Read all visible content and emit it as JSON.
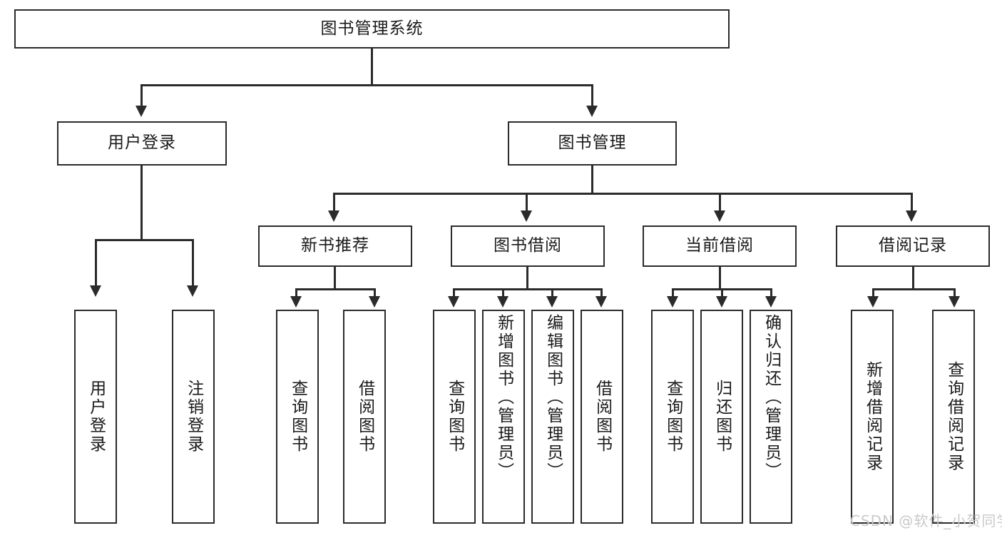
{
  "diagram": {
    "type": "tree-hierarchy-chart",
    "title": "图书管理系统",
    "root": {
      "label": "图书管理系统"
    },
    "level1": [
      {
        "label": "用户登录"
      },
      {
        "label": "图书管理"
      }
    ],
    "level2": [
      {
        "label": "新书推荐"
      },
      {
        "label": "图书借阅"
      },
      {
        "label": "当前借阅"
      },
      {
        "label": "借阅记录"
      }
    ],
    "leaves": {
      "user_login": [
        {
          "label": "用户登录"
        },
        {
          "label": "注销登录"
        }
      ],
      "new_book_recommend": [
        {
          "label": "查询图书"
        },
        {
          "label": "借阅图书"
        }
      ],
      "book_borrow": [
        {
          "label": "查询图书"
        },
        {
          "label": "新增图书（管理员）"
        },
        {
          "label": "编辑图书（管理员）"
        },
        {
          "label": "借阅图书"
        }
      ],
      "current_borrow": [
        {
          "label": "查询图书"
        },
        {
          "label": "归还图书"
        },
        {
          "label": "确认归还（管理员）"
        }
      ],
      "borrow_record": [
        {
          "label": "新增借阅记录"
        },
        {
          "label": "查询借阅记录"
        }
      ]
    }
  },
  "watermark": {
    "text": "CSDN @软件_小贺同学"
  },
  "colors": {
    "stroke": "#2b2b2b",
    "background": "#ffffff",
    "text": "#1a1a1a",
    "watermark": "#c9c9c9"
  }
}
